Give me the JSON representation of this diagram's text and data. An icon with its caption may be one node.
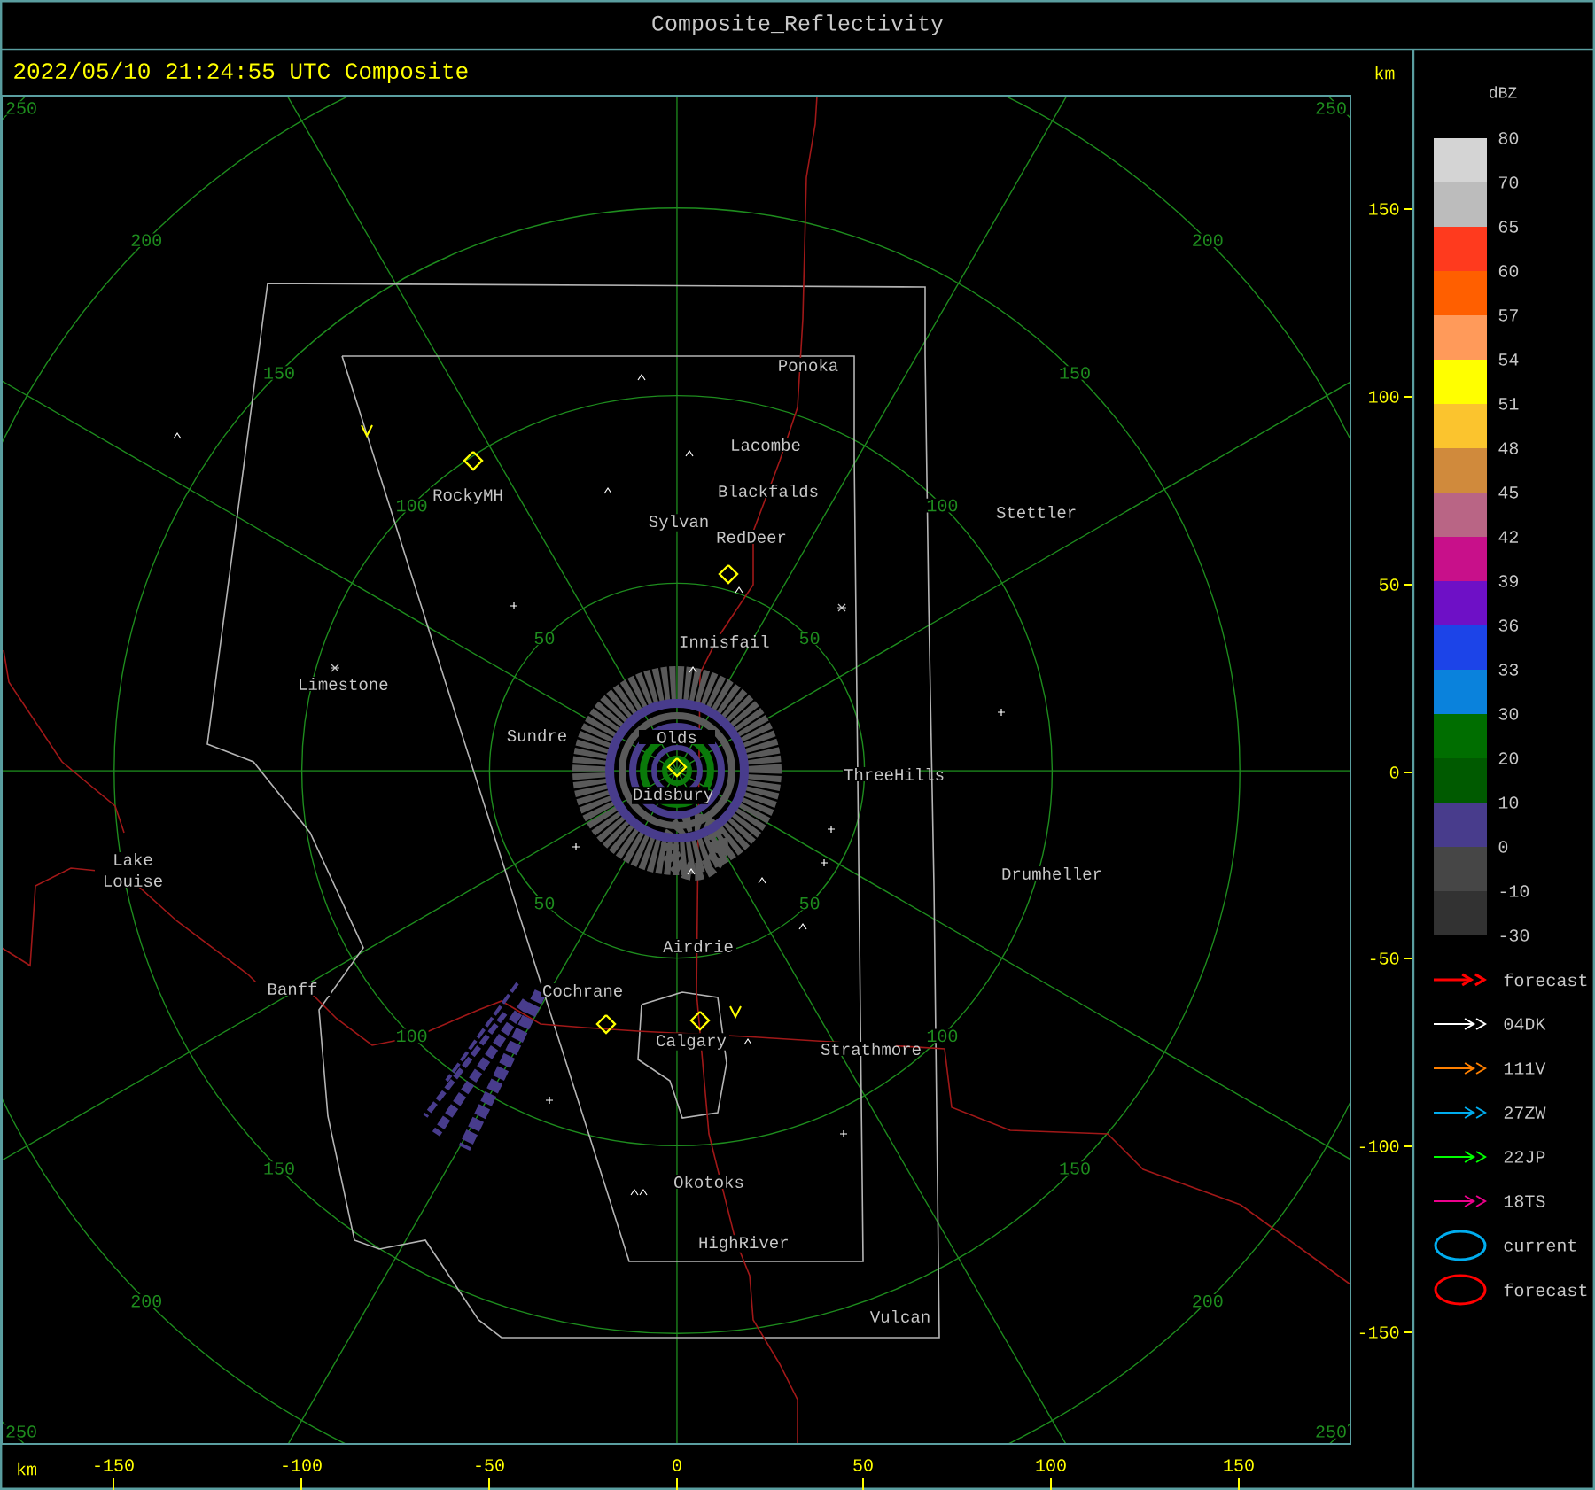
{
  "diagram": {
    "title": "Composite_Reflectivity",
    "labels": [
      "2022/05/10 21:24:55 UTC Composite",
      "km",
      "dBZ",
      "250",
      "250",
      "200",
      "200",
      "150",
      "150",
      "100",
      "100",
      "50",
      "50",
      "50",
      "50",
      "100",
      "100",
      "150",
      "150",
      "200",
      "200",
      "250",
      "250",
      "Ponoka",
      "Lacombe",
      "RockyMH",
      "Blackfalds",
      "Stettler",
      "Sylvan",
      "RedDeer",
      "Innisfail",
      "Limestone",
      "Sundre",
      "Olds",
      "ThreeHills",
      "Didsbury",
      "Lake Louise",
      "Drumheller",
      "Airdrie",
      "Banff",
      "Cochrane",
      "Calgary",
      "Strathmore",
      "Okotoks",
      "HighRiver",
      "Vulcan",
      "150",
      "100",
      "50",
      "0",
      "-50",
      "-100",
      "-150",
      "-30",
      "km",
      "-150",
      "-100",
      "-50",
      "0",
      "50",
      "100",
      "150"
    ],
    "legend": [
      {
        "text": "80",
        "color": "#d4d4d4"
      },
      {
        "text": "70",
        "color": "#bcbcbc"
      },
      {
        "text": "65",
        "color": "#ff3a1e"
      },
      {
        "text": "60",
        "color": "#ff5f00"
      },
      {
        "text": "57",
        "color": "#ff9a5a"
      },
      {
        "text": "54",
        "color": "#ffff00"
      },
      {
        "text": "51",
        "color": "#fbc42e"
      },
      {
        "text": "48",
        "color": "#d08a3c"
      },
      {
        "text": "45",
        "color": "#b96585"
      },
      {
        "text": "42",
        "color": "#c8108a"
      },
      {
        "text": "39",
        "color": "#6e10c6"
      },
      {
        "text": "36",
        "color": "#1c44e8"
      },
      {
        "text": "33",
        "color": "#0a82dc"
      },
      {
        "text": "30",
        "color": "#006e00"
      },
      {
        "text": "20",
        "color": "#005a00"
      },
      {
        "text": "10",
        "color": "#483c8c"
      },
      {
        "text": "0",
        "color": "#464646"
      },
      {
        "text": "-10",
        "color": "#323232"
      },
      {
        "text": "forecast"
      },
      {
        "text": "04DK"
      },
      {
        "text": "111V"
      },
      {
        "text": "27ZW"
      },
      {
        "text": "22JP"
      },
      {
        "text": "18TS"
      },
      {
        "text": "current"
      },
      {
        "text": "forecast"
      }
    ]
  }
}
